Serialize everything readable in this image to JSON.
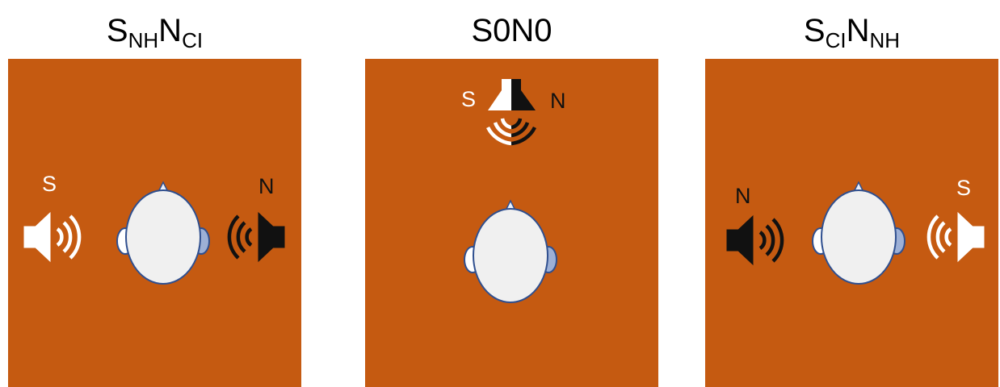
{
  "figure": {
    "panels": [
      {
        "id": "snh-nci",
        "title": {
          "main1": "S",
          "sub1": "NH",
          "main2": "N",
          "sub2": "CI"
        },
        "signal_label": "S",
        "noise_label": "N",
        "signal_position": "left",
        "noise_position": "right"
      },
      {
        "id": "s0n0",
        "title": {
          "text": "S0N0"
        },
        "signal_label": "S",
        "noise_label": "N",
        "signal_position": "front",
        "noise_position": "front"
      },
      {
        "id": "sci-nnh",
        "title": {
          "main1": "S",
          "sub1": "CI",
          "main2": "N",
          "sub2": "NH"
        },
        "signal_label": "S",
        "noise_label": "N",
        "signal_position": "right",
        "noise_position": "left"
      }
    ],
    "colors": {
      "room": "#c55a11",
      "signal_speaker": "#ffffff",
      "noise_speaker": "#111111",
      "head_fill": "#f0f0f0",
      "head_outline": "#2f4f8f",
      "nh_ear": "#ffffff",
      "ci_ear": "#9db0d6",
      "nose": "#eaf0fb"
    },
    "icons": [
      "loudspeaker-icon",
      "listener-head-icon"
    ]
  }
}
